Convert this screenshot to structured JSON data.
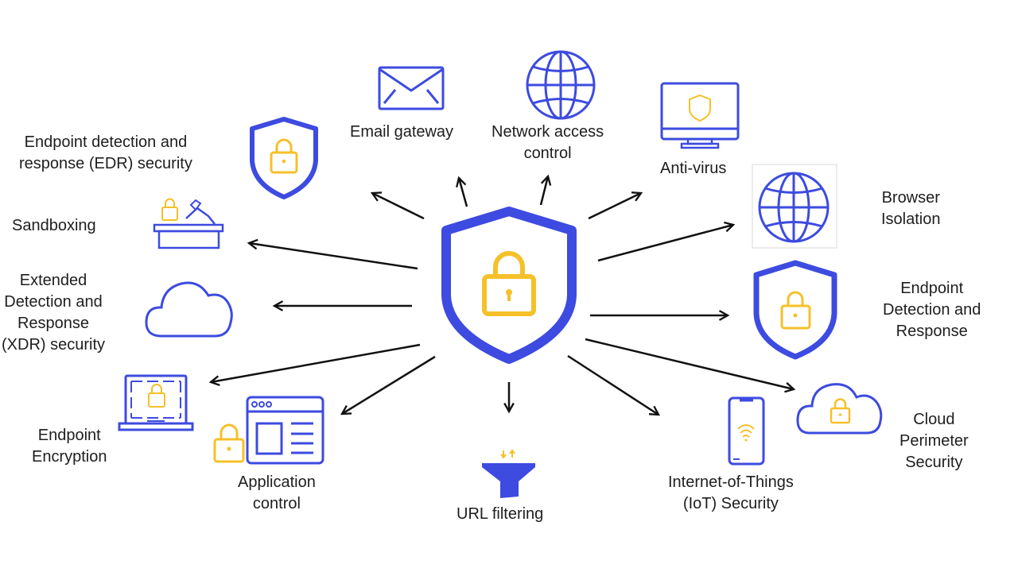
{
  "colors": {
    "blue": "#3d4be0",
    "yellow": "#f5c02a",
    "arrow": "#111111",
    "text": "#1e1e1e"
  },
  "center": {
    "icon": "shield-lock-icon"
  },
  "nodes": {
    "email": {
      "label_lines": [
        "Email gateway"
      ],
      "icon": "envelope-icon"
    },
    "nac": {
      "label_lines": [
        "Network access",
        "control"
      ],
      "icon": "globe-icon"
    },
    "antivirus": {
      "label_lines": [
        "Anti-virus"
      ],
      "icon": "monitor-shield-icon"
    },
    "browser": {
      "label_lines": [
        "Browser",
        "Isolation"
      ],
      "icon": "globe-icon"
    },
    "edr_right": {
      "label_lines": [
        "Endpoint",
        "Detection and",
        "Response"
      ],
      "icon": "shield-lock-icon"
    },
    "cloud_perimeter": {
      "label_lines": [
        "Cloud",
        "Perimeter",
        "Security"
      ],
      "icon": "cloud-lock-icon"
    },
    "iot": {
      "label_lines": [
        "Internet-of-Things",
        "(IoT) Security"
      ],
      "icon": "smartphone-wifi-icon"
    },
    "url": {
      "label_lines": [
        "URL filtering"
      ],
      "icon": "funnel-icon"
    },
    "appctl": {
      "label_lines": [
        "Application",
        "control"
      ],
      "icon": "app-window-lock-icon"
    },
    "encryption": {
      "label_lines": [
        "Endpoint",
        "Encryption"
      ],
      "icon": "laptop-lock-icon"
    },
    "xdr": {
      "label_lines": [
        "Extended",
        "Detection and",
        "Response",
        "(XDR) security"
      ],
      "icon": "cloud-icon"
    },
    "sandbox": {
      "label_lines": [
        "Sandboxing"
      ],
      "icon": "sandbox-icon"
    },
    "edr_left": {
      "label_lines": [
        "Endpoint detection and",
        "response (EDR) security"
      ],
      "icon": "shield-lock-icon"
    }
  }
}
